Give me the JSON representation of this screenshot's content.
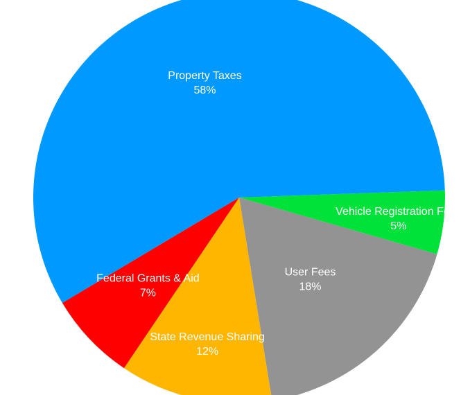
{
  "chart_data": {
    "type": "pie",
    "title": "",
    "start_angle_deg": -2,
    "direction": "clockwise",
    "slices": [
      {
        "label": "Vehicle Registration Fees",
        "value": 5,
        "pct_text": "5%",
        "color": "#00e23a"
      },
      {
        "label": "User Fees",
        "value": 18,
        "pct_text": "18%",
        "color": "#939393"
      },
      {
        "label": "State Revenue Sharing",
        "value": 12,
        "pct_text": "12%",
        "color": "#ffb600"
      },
      {
        "label": "Federal Grants & Aid",
        "value": 7,
        "pct_text": "7%",
        "color": "#ff0000"
      },
      {
        "label": "Property Taxes",
        "value": 58,
        "pct_text": "58%",
        "color": "#0099ff"
      }
    ]
  }
}
